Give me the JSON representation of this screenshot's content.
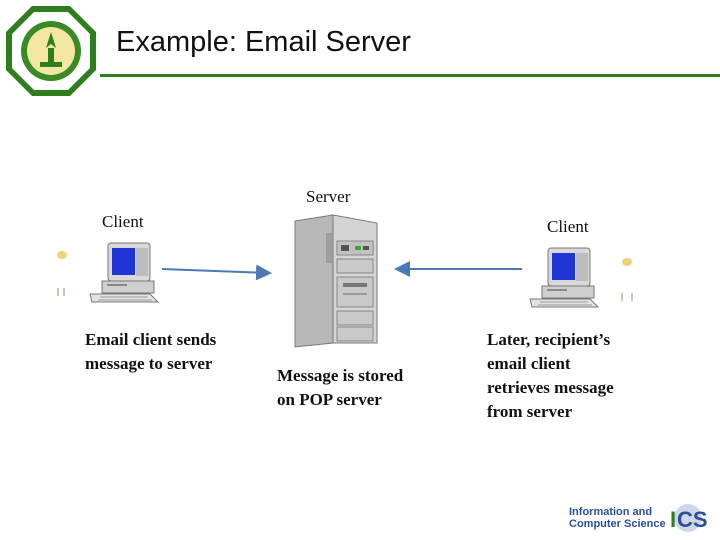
{
  "header": {
    "title": "Example: Email Server",
    "logo_icon": "university-seal-logo"
  },
  "diagram": {
    "server_label": "Server",
    "left_client_label": "Client",
    "right_client_label": "Client",
    "left_caption": [
      "Email client sends",
      "message to server"
    ],
    "middle_caption": [
      "Message is stored",
      "on POP server"
    ],
    "right_caption": [
      "Later, recipient’s",
      "email client",
      "retrieves message",
      "from  server"
    ],
    "arrow_color": "#4a79b5"
  },
  "footer": {
    "logo_lines": [
      "Information and",
      "Computer Science"
    ],
    "logo_mark": "ICS",
    "brand_color": "#2a4f9e",
    "accent_color": "#2e7d1e"
  }
}
